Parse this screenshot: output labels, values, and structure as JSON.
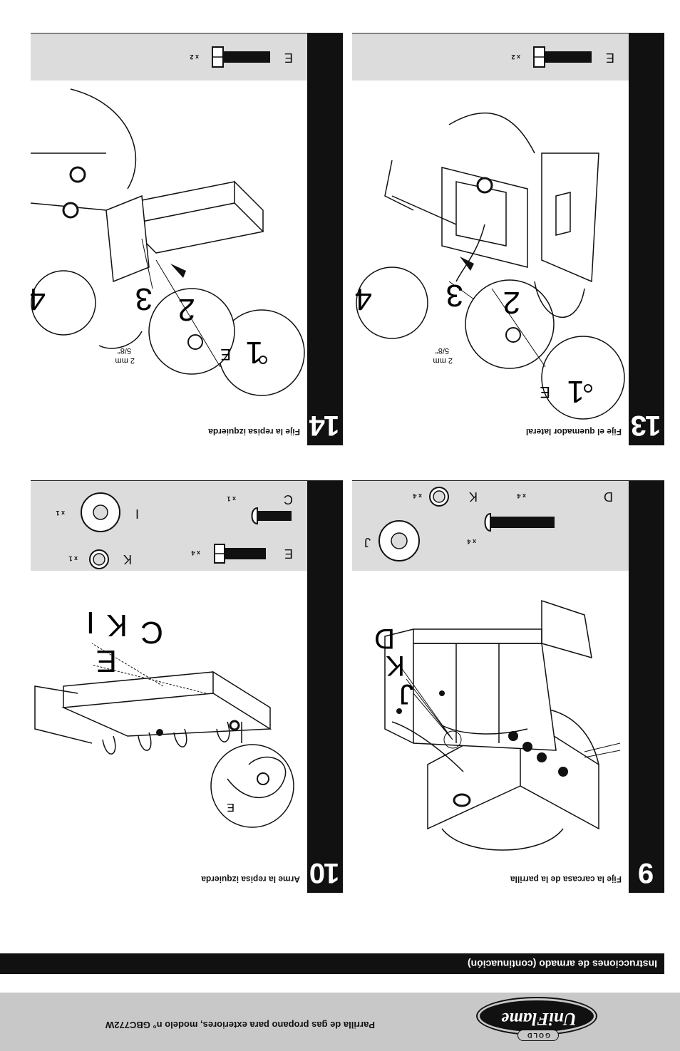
{
  "header": {
    "brand": "UniFlame",
    "brand_sub": "GOLD",
    "product_title": "Parrilla de gas propano para exteriores, modelo n° GBC772W"
  },
  "section_title": "Instrucciones de armado (continuación)",
  "steps": [
    {
      "number": "9",
      "title": "Fije la carcasa de la parrilla",
      "callouts": [
        "D",
        "K",
        "J"
      ],
      "parts": [
        {
          "letter": "D",
          "qty": "x 4",
          "icon": "bolt-round-head-icon"
        },
        {
          "letter": "K",
          "qty": "x 4",
          "icon": "lock-washer-icon"
        },
        {
          "letter": "J",
          "qty": "x 4",
          "icon": "flat-washer-icon"
        }
      ]
    },
    {
      "number": "10",
      "title": "Arme la repisa izquierda",
      "callouts": [
        "E",
        "C",
        "K",
        "I",
        "E"
      ],
      "parts": [
        {
          "letter": "C",
          "qty": "x 1",
          "icon": "bolt-round-head-icon"
        },
        {
          "letter": "I",
          "qty": "x 1",
          "icon": "flat-washer-icon"
        },
        {
          "letter": "E",
          "qty": "x 4",
          "icon": "bolt-hex-head-icon"
        },
        {
          "letter": "K",
          "qty": "x 1",
          "icon": "lock-washer-icon"
        }
      ]
    },
    {
      "number": "13",
      "title": "Fije el quemador lateral",
      "callouts": [
        "1",
        "E",
        "2",
        "3",
        "4"
      ],
      "dimension_labels": [
        "2 mm",
        "5/8\""
      ],
      "parts": [
        {
          "letter": "E",
          "qty": "x 2",
          "icon": "bolt-hex-head-icon"
        }
      ]
    },
    {
      "number": "14",
      "title": "Fije la repisa izquierda",
      "callouts": [
        "1",
        "E",
        "2",
        "3",
        "4"
      ],
      "dimension_labels": [
        "2 mm",
        "5/8\""
      ],
      "parts": [
        {
          "letter": "E",
          "qty": "x 2",
          "icon": "bolt-hex-head-icon"
        }
      ]
    }
  ]
}
